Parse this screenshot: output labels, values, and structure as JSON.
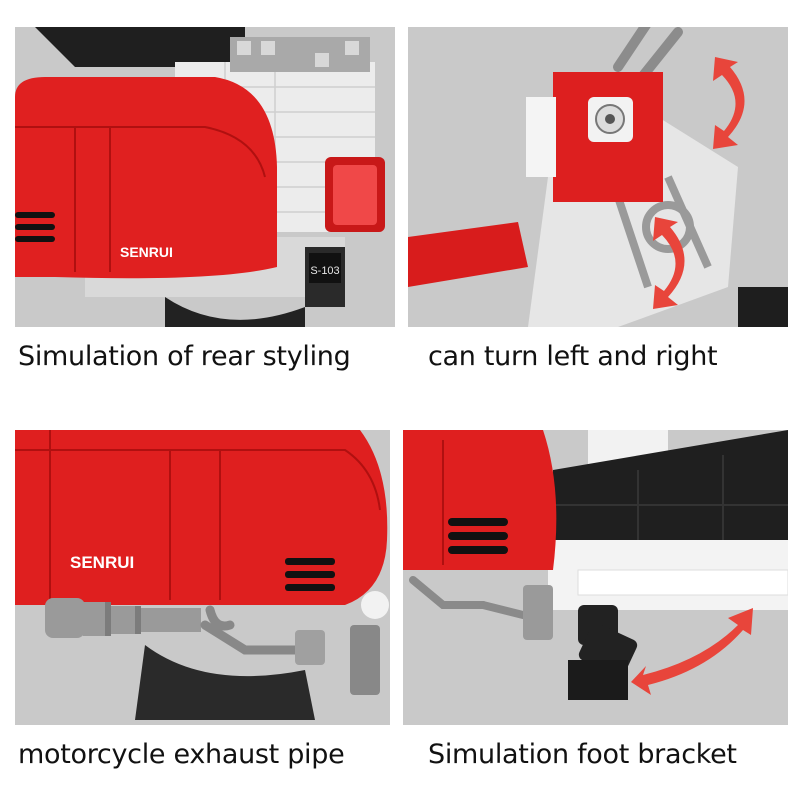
{
  "panels": [
    {
      "caption": "Simulation of rear styling",
      "brand_text": "SENRUI",
      "plate_text": "S-103"
    },
    {
      "caption": "can turn left and right"
    },
    {
      "caption": "motorcycle exhaust pipe",
      "brand_text": "SENRUI"
    },
    {
      "caption": "Simulation foot bracket"
    }
  ],
  "colors": {
    "body_red": "#e02020",
    "background_grey": "#c8c8c8",
    "arrow_red": "#e8453b",
    "brick_white": "#f0f0f0",
    "black": "#1e1e1e"
  }
}
